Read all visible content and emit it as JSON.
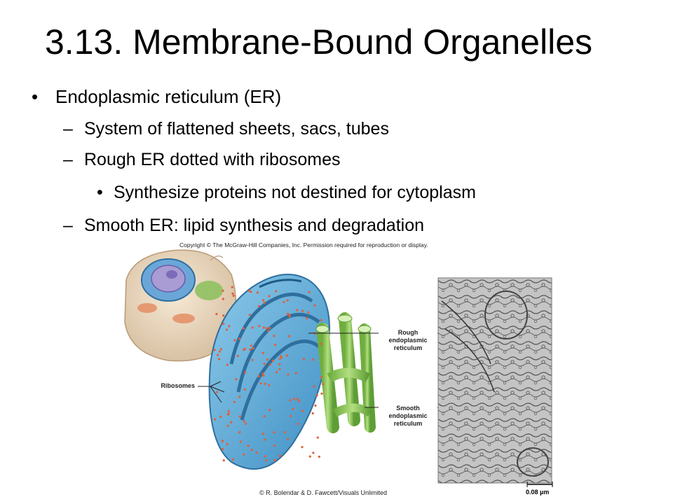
{
  "slide": {
    "title": "3.13. Membrane-Bound Organelles",
    "bullets": {
      "main": "Endoplasmic reticulum (ER)",
      "sub1": "System of flattened sheets, sacs, tubes",
      "sub2": "Rough ER dotted with ribosomes",
      "sub2_detail": "Synthesize proteins not destined for cytoplasm",
      "sub3": "Smooth ER: lipid synthesis and degradation"
    },
    "markers": {
      "level1": "•",
      "level2": "–",
      "level3": "•"
    }
  },
  "figure": {
    "copyright": "Copyright © The McGraw-Hill Companies, Inc. Permission required for reproduction or display.",
    "credit": "© R. Bolendar & D. Fawcett/Visuals Unlimited",
    "labels": {
      "ribosomes": "Ribosomes",
      "rough_er": [
        "Rough",
        "endoplasmic",
        "reticulum"
      ],
      "smooth_er": [
        "Smooth",
        "endoplasmic",
        "reticulum"
      ]
    },
    "scale_bar": "0.08 µm",
    "colors": {
      "er_blue": "#5aa6d6",
      "er_dark": "#2f6f9e",
      "smooth_green": "#8cc55a",
      "ribosome": "#e0603a",
      "micrograph": "#b9b9b9"
    }
  }
}
